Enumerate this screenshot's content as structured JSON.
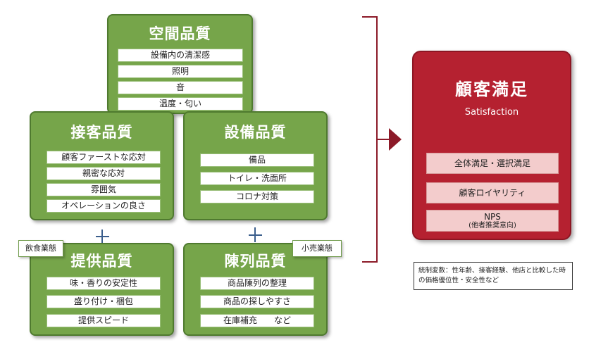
{
  "space": {
    "title": "空間品質",
    "items": [
      "設備内の清潔感",
      "照明",
      "音",
      "温度・匂い"
    ]
  },
  "service": {
    "title": "接客品質",
    "items": [
      "顧客ファーストな応対",
      "親密な応対",
      "雰囲気",
      "オペレーションの良さ"
    ]
  },
  "facility": {
    "title": "設備品質",
    "items": [
      "備品",
      "トイレ・洗面所",
      "コロナ対策"
    ]
  },
  "offer": {
    "tag": "飲食業態",
    "title": "提供品質",
    "items": [
      "味・香りの安定性",
      "盛り付け・梱包",
      "提供スピード"
    ]
  },
  "display": {
    "tag": "小売業態",
    "title": "陳列品質",
    "items": [
      "商品陳列の整理",
      "商品の探しやすさ",
      "在庫補充　　など"
    ]
  },
  "satisfaction": {
    "title": "顧客満足",
    "subtitle": "Satisfaction",
    "items": [
      "全体満足・選択満足",
      "顧客ロイヤリティ"
    ],
    "nps_label": "NPS",
    "nps_sub": "(他者推奨意向)"
  },
  "note": {
    "line1": "統制変数：性年齢、接客経験、他店と比較した時",
    "line2": "の価格優位性・安全性など"
  }
}
